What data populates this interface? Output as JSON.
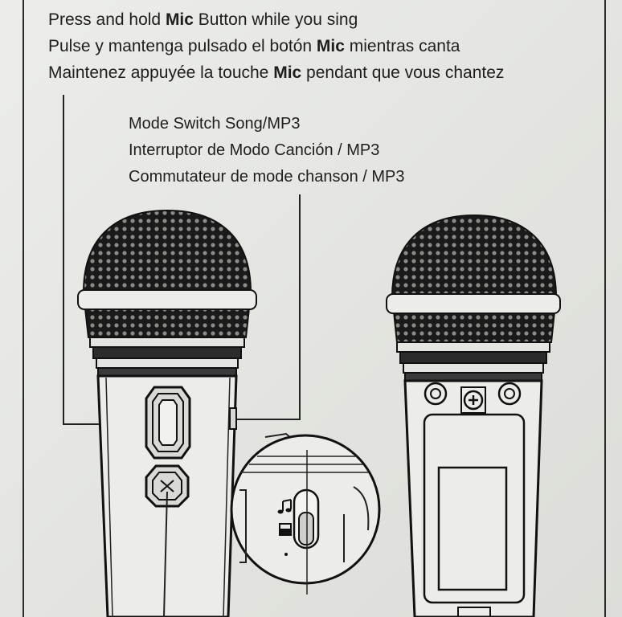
{
  "instructions": {
    "line1": {
      "pre": "Press and hold ",
      "bold": "Mic",
      "post": " Button while you sing"
    },
    "line2": {
      "pre": "Pulse y mantenga pulsado el botón ",
      "bold": "Mic",
      "post": " mientras canta"
    },
    "line3": {
      "pre": "Maintenez appuyée la touche ",
      "bold": "Mic",
      "post": " pendant que vous chantez"
    }
  },
  "mode_switch": {
    "line1": "Mode Switch Song/MP3",
    "line2": "Interruptor de Modo Canción / MP3",
    "line3": "Commutateur de mode chanson / MP3"
  },
  "switch_icons": {
    "song": "music-note-icon",
    "mp3": "mp3-rectangle-icon"
  }
}
